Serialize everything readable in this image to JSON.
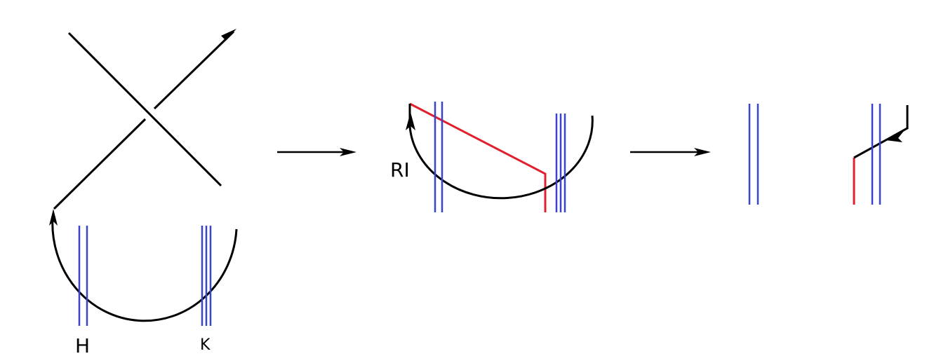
{
  "labels": {
    "H": "H",
    "K": "K",
    "RI": "RI"
  },
  "colors": {
    "strand": "#000000",
    "band": "#3a44c8",
    "red_strand": "#e0202c",
    "background": "#ffffff"
  },
  "panels": [
    "crossing-with-arc",
    "after-RI",
    "result"
  ]
}
